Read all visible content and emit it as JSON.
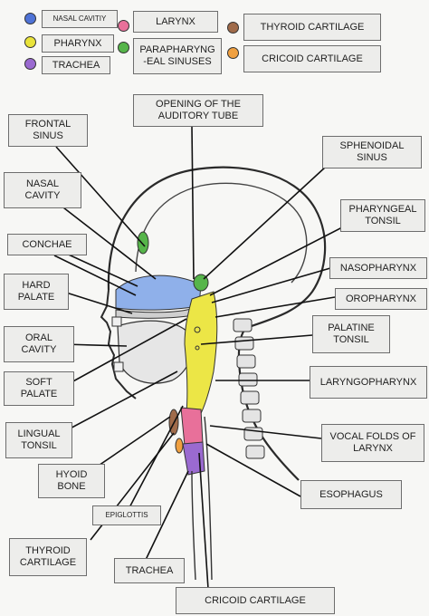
{
  "legend": [
    {
      "label": "NASAL CAVITIY",
      "color": "#4f73d6"
    },
    {
      "label": "PHARYNX",
      "color": "#e9e33a"
    },
    {
      "label": "TRACHEA",
      "color": "#9a6ad0"
    },
    {
      "label": "LARYNX",
      "color": "#e8709a"
    },
    {
      "label": "PARAPHARYNG\n-EAL SINUSES",
      "color": "#56b54a"
    },
    {
      "label": "THYROID CARTILAGE",
      "color": "#a06b4a"
    },
    {
      "label": "CRICOID CARTILAGE",
      "color": "#f0a040"
    }
  ],
  "labels": {
    "auditory_tube": "OPENING OF THE\nAUDITORY TUBE",
    "frontal_sinus": "FRONTAL\nSINUS",
    "sphenoidal_sinus": "SPHENOIDAL\nSINUS",
    "nasal_cavity": "NASAL\nCAVITY",
    "pharyngeal_tonsil": "PHARYNGEAL\nTONSIL",
    "conchae": "CONCHAE",
    "nasopharynx": "NASOPHARYNX",
    "hard_palate": "HARD\nPALATE",
    "oropharynx": "OROPHARYNX",
    "oral_cavity": "ORAL\nCAVITY",
    "palatine_tonsil": "PALATINE\nTONSIL",
    "soft_palate": "SOFT\nPALATE",
    "laryngopharynx": "LARYNGOPHARYNX",
    "lingual_tonsil": "LINGUAL\nTONSIL",
    "vocal_folds": "VOCAL FOLDS OF\nLARYNX",
    "hyoid_bone": "HYOID\nBONE",
    "esophagus": "ESOPHAGUS",
    "epiglottis": "EPIGLOTTIS",
    "thyroid_cartilage": "THYROID\nCARTILAGE",
    "trachea": "TRACHEA",
    "cricoid_cartilage": "CRICOID CARTILAGE"
  }
}
